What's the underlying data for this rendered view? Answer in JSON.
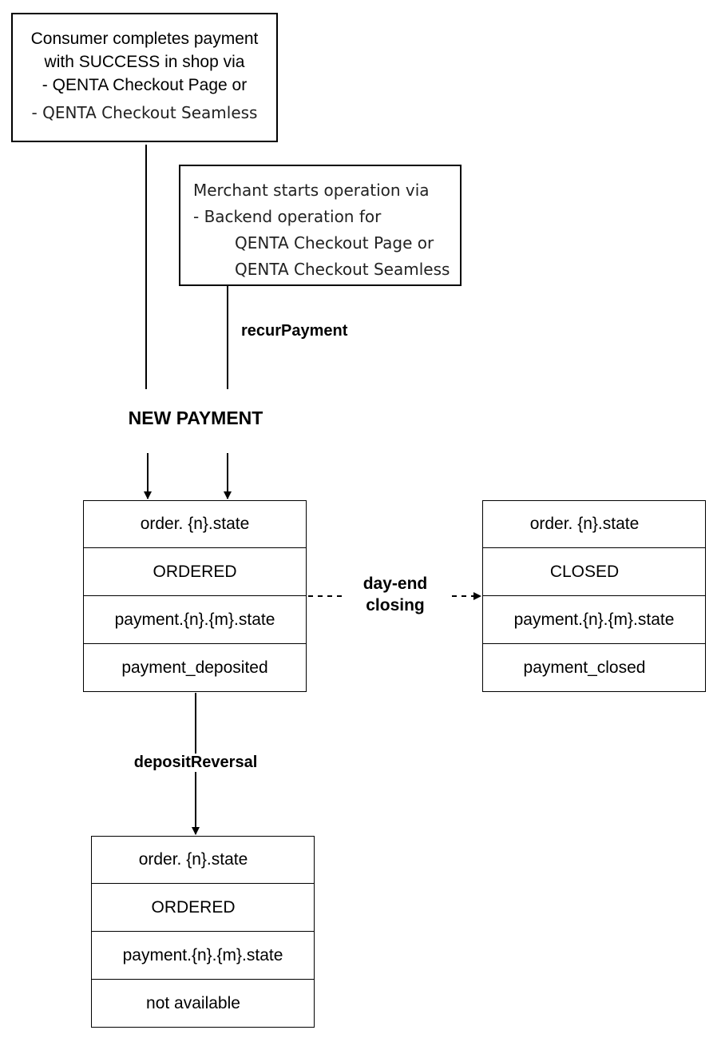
{
  "consumer_note": {
    "lines": [
      "Consumer completes payment",
      "with SUCCESS in shop via",
      "-  QENTA Checkout Page or",
      "-  QENTA Checkout Seamless"
    ]
  },
  "merchant_note": {
    "lines": [
      "Merchant starts operation via",
      "- Backend operation for",
      "QENTA Checkout Page or",
      "QENTA Checkout Seamless"
    ]
  },
  "edges": {
    "recur": "recurPayment",
    "new_payment": "NEW PAYMENT",
    "day_end_1": "day-end",
    "day_end_2": "closing",
    "deposit_reversal": "depositReversal"
  },
  "state_ordered": {
    "order_label": "order. {n}.state",
    "order_value": "ORDERED",
    "payment_label": "payment.{n}.{m}.state",
    "payment_value": "payment_deposited"
  },
  "state_closed": {
    "order_label": "order. {n}.state",
    "order_value": "CLOSED",
    "payment_label": "payment.{n}.{m}.state",
    "payment_value": "payment_closed"
  },
  "state_reversed": {
    "order_label": "order. {n}.state",
    "order_value": "ORDERED",
    "payment_label": "payment.{n}.{m}.state",
    "payment_value": "not available"
  }
}
